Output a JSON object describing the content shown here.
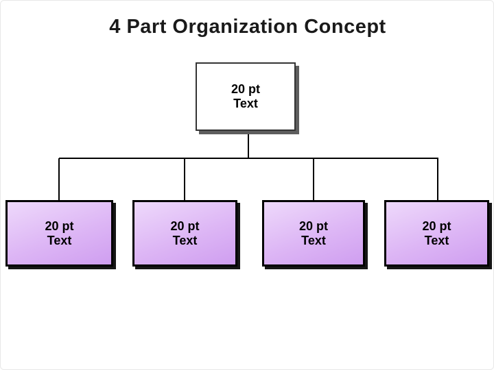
{
  "slide": {
    "title": "4 Part Organization Concept"
  },
  "chart": {
    "root": {
      "line1": "20 pt",
      "line2": "Text"
    },
    "children": [
      {
        "line1": "20 pt",
        "line2": "Text"
      },
      {
        "line1": "20 pt",
        "line2": "Text"
      },
      {
        "line1": "20 pt",
        "line2": "Text"
      },
      {
        "line1": "20 pt",
        "line2": "Text"
      }
    ]
  },
  "colors": {
    "title_text": "#1a1a1a",
    "root_fill": "#ffffff",
    "root_border": "#333333",
    "root_shadow": "#5e5e5e",
    "child_fill_light": "#eed9fb",
    "child_fill_dark": "#cf9ef0",
    "child_border": "#000000",
    "child_shadow": "#161616",
    "connector": "#000000",
    "node_text": "#000000"
  }
}
